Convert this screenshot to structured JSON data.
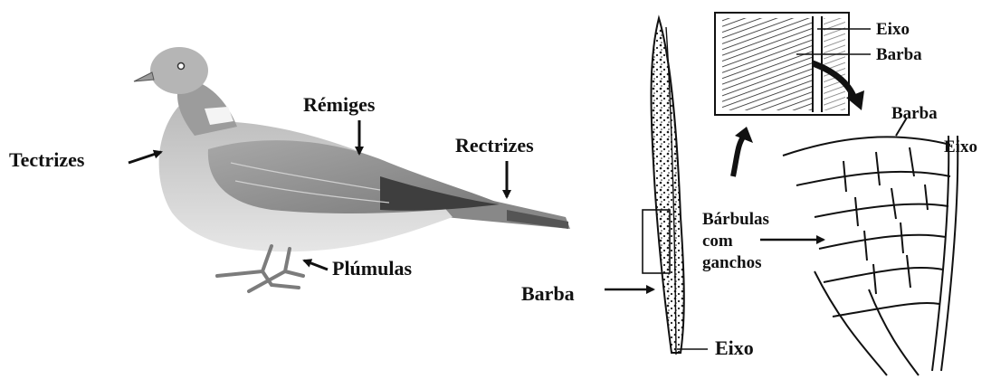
{
  "colors": {
    "text": "#111111",
    "line": "#111111",
    "bird_body": "#bdbdbd",
    "bird_dark": "#6e6e6e",
    "bird_light": "#e4e4e4",
    "speckle": "#1e1e1e"
  },
  "bird_labels": {
    "tectrizes": "Tectrizes",
    "remiges": "Rémiges",
    "rectrizes": "Rectrizes",
    "plumulas": "Plúmulas"
  },
  "feather_labels": {
    "eixo_top": "Eixo",
    "barba_top": "Barba",
    "barba_right": "Barba",
    "eixo_right": "Eixo",
    "barbulas_line1": "Bárbulas",
    "barbulas_line2": "com",
    "barbulas_line3": "ganchos",
    "barba_left": "Barba",
    "eixo_bottom": "Eixo"
  },
  "icons": {
    "bird": "pigeon-illustration",
    "feather": "feather-drawing",
    "zoom": "feather-zoom-inset",
    "detail": "barbules-detail"
  }
}
